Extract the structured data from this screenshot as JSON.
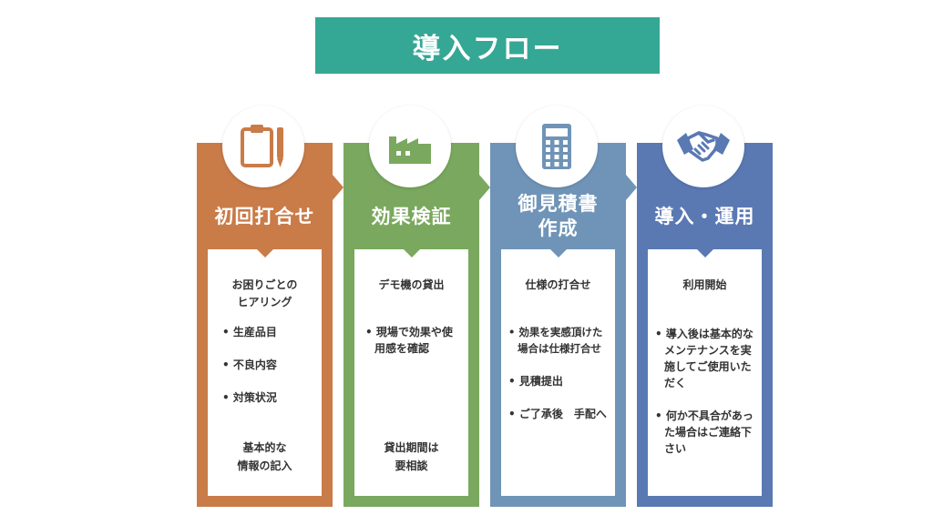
{
  "title": "導入フロー",
  "colors": {
    "title_bg": "#35a795",
    "step1": "#c97b48",
    "step2": "#79a85e",
    "step3": "#6f94b7",
    "step4": "#5a79b3"
  },
  "steps": [
    {
      "icon": "clipboard-pen-icon",
      "title_lines": [
        "初回打合せ"
      ],
      "head_lines": [
        "お困りごとの",
        "ヒアリング"
      ],
      "bullets": [
        "生産品目",
        "不良内容",
        "対策状況"
      ],
      "foot_lines": [
        "基本的な",
        "情報の記入"
      ]
    },
    {
      "icon": "factory-icon",
      "title_lines": [
        "効果検証"
      ],
      "head_lines": [
        "デモ機の貸出"
      ],
      "bullets": [
        "現場で効果や使用感を確認"
      ],
      "foot_lines": [
        "貸出期間は",
        "要相談"
      ]
    },
    {
      "icon": "calculator-icon",
      "title_lines": [
        "御見積書",
        "作成"
      ],
      "head_lines": [
        "仕様の打合せ"
      ],
      "bullets": [
        "効果を実感頂けた場合は仕様打合せ",
        "見積提出",
        "ご了承後　手配へ"
      ],
      "foot_lines": []
    },
    {
      "icon": "handshake-icon",
      "title_lines": [
        "導入・運用"
      ],
      "head_lines": [
        "利用開始"
      ],
      "bullets": [
        "導入後は基本的なメンテナンスを実施してご使用いただく",
        "何か不具合があった場合はご連絡下さい"
      ],
      "foot_lines": []
    }
  ]
}
